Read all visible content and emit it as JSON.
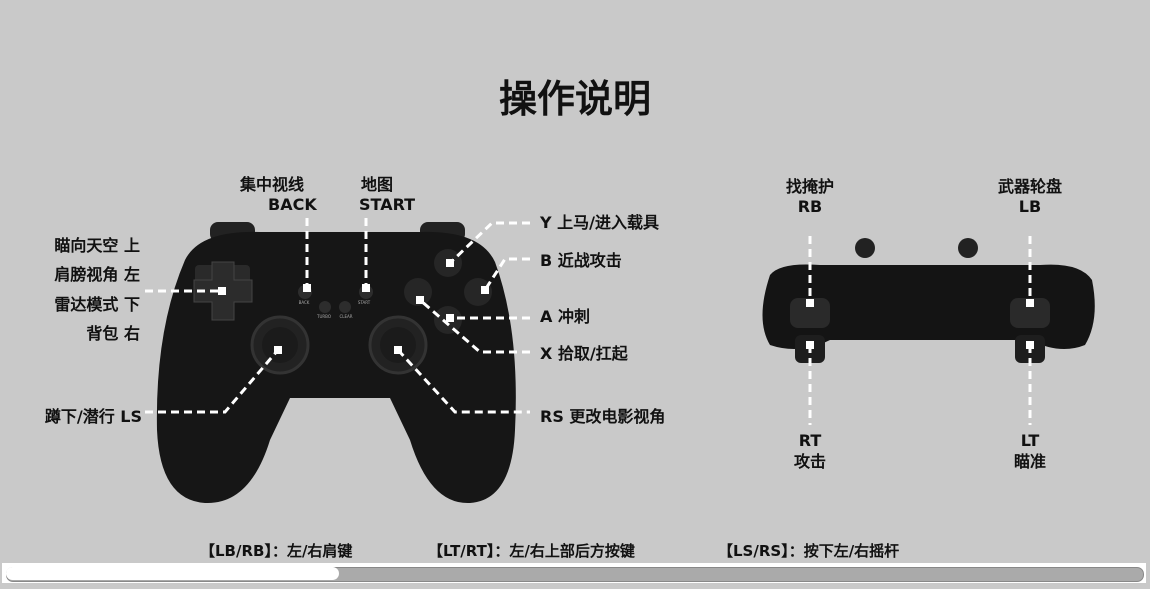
{
  "title": "操作说明",
  "front": {
    "back": {
      "zh": "集中视线",
      "en": "BACK"
    },
    "start": {
      "zh": "地图",
      "en": "START"
    },
    "dpad": [
      "瞄向天空  上",
      "肩膀视角  左",
      "雷达模式  下",
      "背包  右"
    ],
    "ls": "蹲下/潜行  LS",
    "rs": "RS 更改电影视角",
    "y": "Y  上马/进入载具",
    "b": "B  近战攻击",
    "a": "A  冲刺",
    "x": "X  拾取/扛起",
    "small_buttons": [
      "BACK",
      "START",
      "TURBO",
      "CLEAR"
    ]
  },
  "top": {
    "rb": {
      "zh": "找掩护",
      "en": "RB"
    },
    "lb": {
      "zh": "武器轮盘",
      "en": "LB"
    },
    "rt": {
      "en": "RT",
      "zh": "攻击"
    },
    "lt": {
      "en": "LT",
      "zh": "瞄准"
    }
  },
  "footer": [
    "【LB/RB】：左/右肩键",
    "【LT/RT】：左/右上部后方按键",
    "【LS/RS】：按下左/右摇杆"
  ],
  "scrollbar": {
    "position_fraction": 0.29
  }
}
